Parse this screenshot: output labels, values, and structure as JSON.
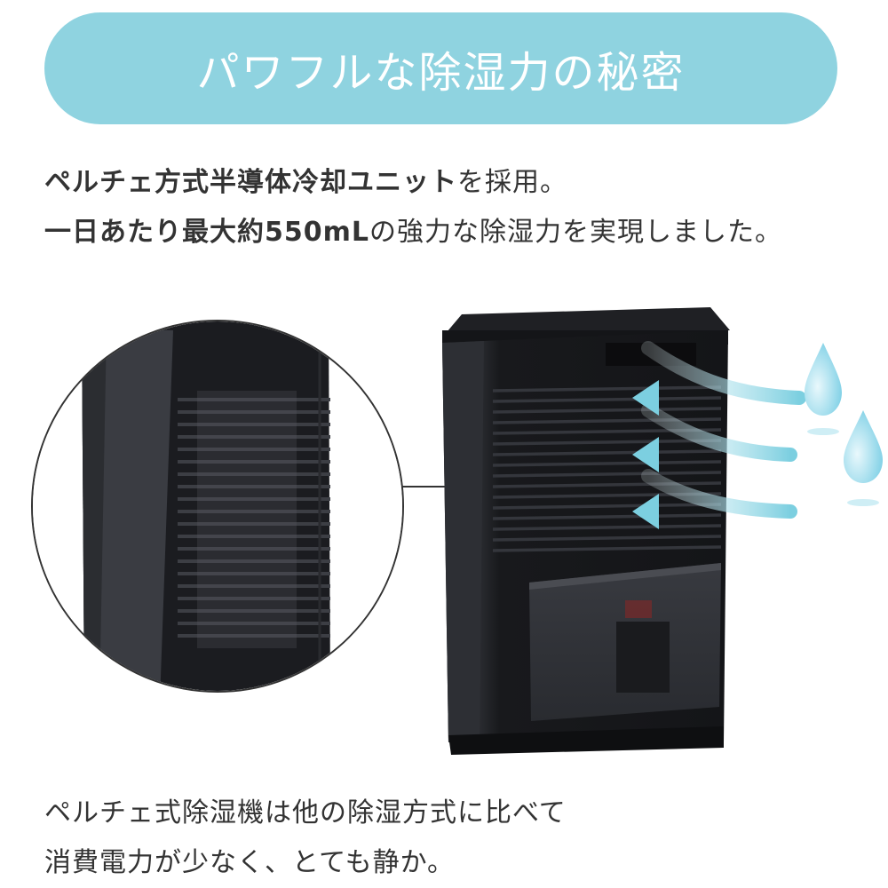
{
  "banner": {
    "title": "パワフルな除湿力の秘密",
    "color": "#8fd3e0"
  },
  "intro": {
    "line1_bold": "ペルチェ方式半導体冷却ユニット",
    "line1_rest": "を採用。",
    "line2_a": "一日あたり最大約550mL",
    "line2_b": "の強力な除湿力を実現しました。"
  },
  "figure": {
    "zoom_icon": "magnifier-circle",
    "product": "dehumidifier",
    "airflow_arrows": 3,
    "water_drops": 2
  },
  "footer": {
    "line1": "ペルチェ式除湿機は他の除湿方式に比べて",
    "line2": "消費電力が少なく、とても静か。"
  }
}
